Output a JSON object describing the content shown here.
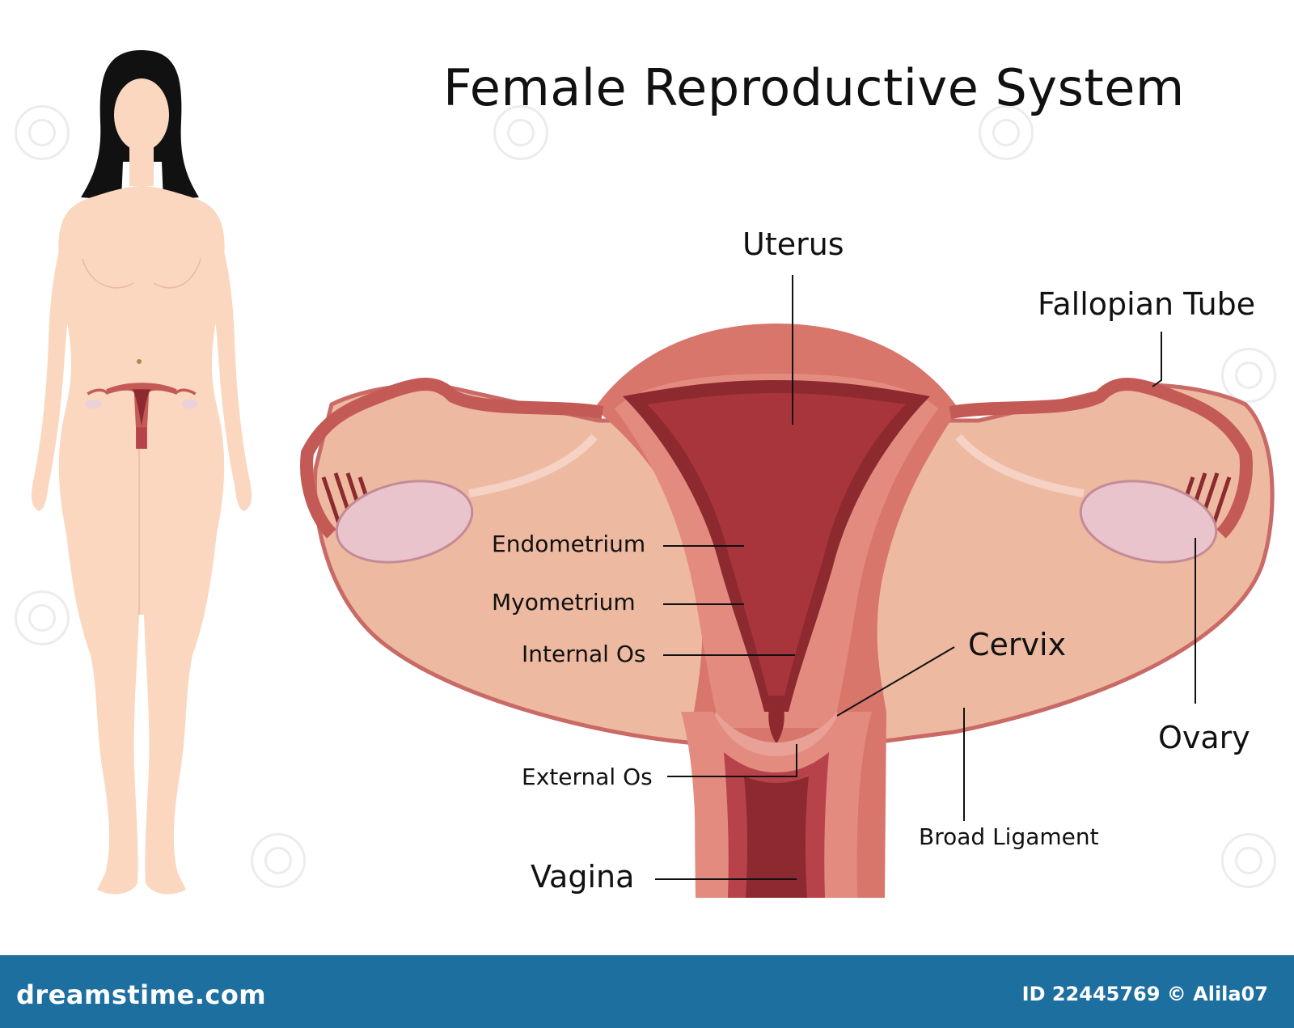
{
  "title": "Female Reproductive System",
  "labels": {
    "uterus": "Uterus",
    "fallopian_tube": "Fallopian Tube",
    "endometrium": "Endometrium",
    "myometrium": "Myometrium",
    "internal_os": "Internal Os",
    "cervix": "Cervix",
    "ovary": "Ovary",
    "external_os": "External Os",
    "broad_ligament": "Broad Ligament",
    "vagina": "Vagina"
  },
  "footer": {
    "brand": "dreamstime.com",
    "image_id": "ID 22445769 © Alila07"
  },
  "colors": {
    "skin": "#fbd7c0",
    "hair": "#111111",
    "tissue_outer": "#d8766c",
    "tissue_dark": "#8c2a30",
    "ligament": "#edb9a0",
    "ovary": "#e9c4cc",
    "footer": "#1d6fa0"
  }
}
